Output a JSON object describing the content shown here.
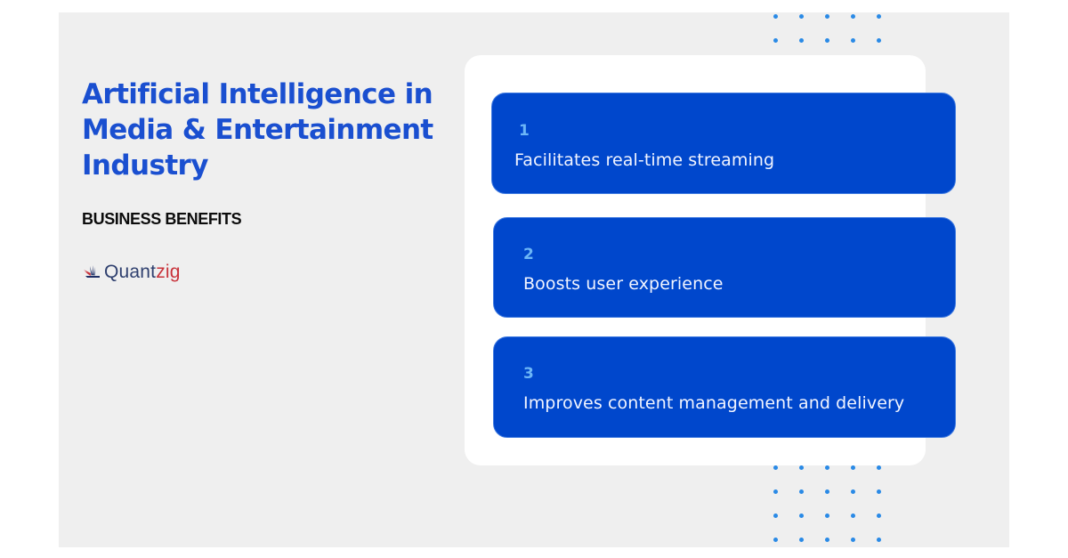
{
  "title": {
    "lines": [
      "Artificial Intelligence in",
      "Media & Entertainment",
      "Industry"
    ],
    "color": "#1a4fd0"
  },
  "subtitle": "BUSINESS BENEFITS",
  "logo": {
    "icon": "quantzig-book-icon",
    "text_main": "Quant",
    "text_accent": "zig",
    "main_color": "#2e3f6e",
    "accent_color": "#c8323a"
  },
  "benefits": [
    {
      "number": "1",
      "text": "Facilitates real-time streaming"
    },
    {
      "number": "2",
      "text": "Boosts user experience"
    },
    {
      "number": "3",
      "text": "Improves content management and delivery"
    }
  ],
  "colors": {
    "background_panel": "#efefef",
    "card": "#ffffff",
    "benefit_box": "#0047cc",
    "benefit_number": "#6cb6f7",
    "benefit_text": "#f1f4ff",
    "dots": "#2a8ae6"
  },
  "decorations": {
    "top_dot_grid": {
      "rows": 2,
      "cols": 5
    },
    "bottom_dot_grid": {
      "rows": 4,
      "cols": 5
    }
  }
}
